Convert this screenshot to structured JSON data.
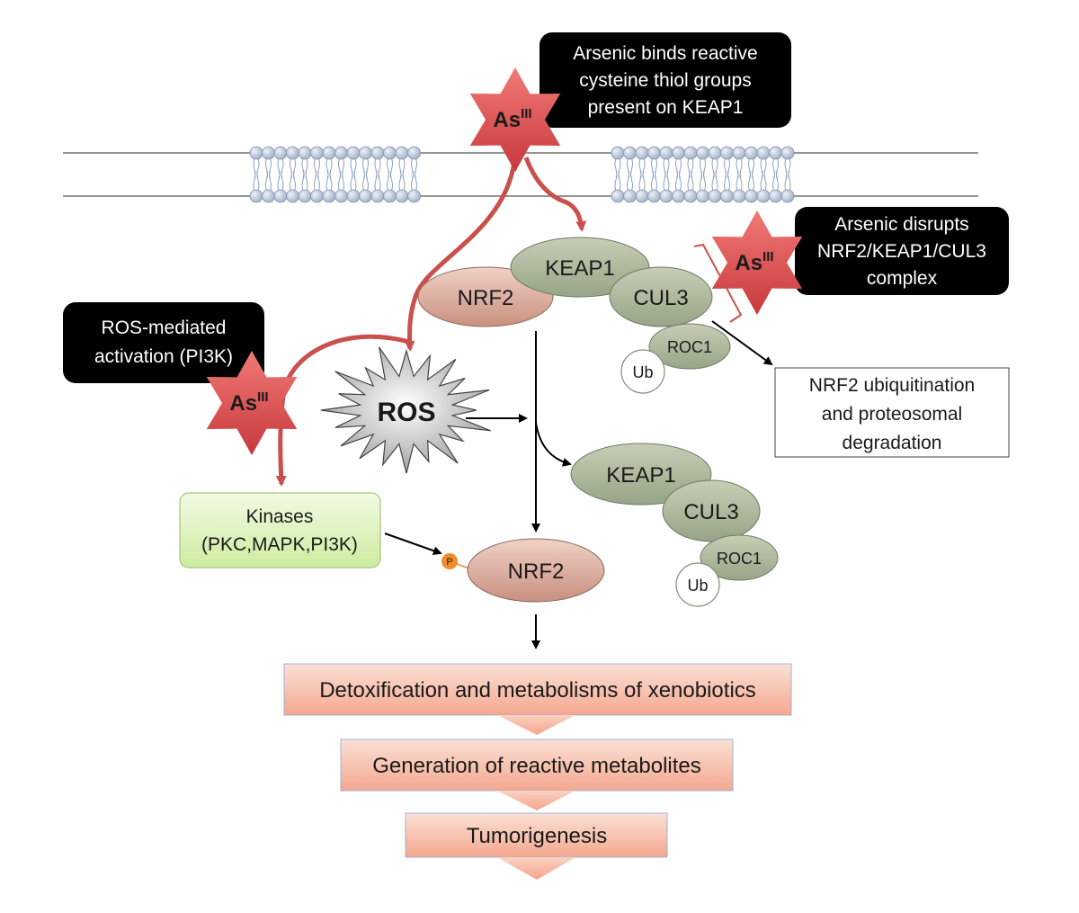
{
  "callouts": {
    "top_line1": "Arsenic binds reactive",
    "top_line2": "cysteine thiol groups",
    "top_line3": "present on KEAP1",
    "right_line1": "Arsenic disrupts",
    "right_line2": "NRF2/KEAP1/CUL3",
    "right_line3": "complex",
    "left_line1": "ROS-mediated",
    "left_line2": "activation (PI3K)"
  },
  "arsenic": {
    "base": "As",
    "sup": "III"
  },
  "complex_upper": {
    "keap1": "KEAP1",
    "nrf2": "NRF2",
    "cul3": "CUL3",
    "roc1": "ROC1",
    "ub": "Ub"
  },
  "complex_lower": {
    "keap1": "KEAP1",
    "cul3": "CUL3",
    "roc1": "ROC1",
    "ub": "Ub"
  },
  "ros": "ROS",
  "ubiquitination_box": {
    "line1": "NRF2 ubiquitination",
    "line2": "and proteosomal",
    "line3": "degradation"
  },
  "kinases": {
    "line1": "Kinases",
    "line2": "(PKC,MAPK,PI3K)"
  },
  "phospho": "P",
  "nrf2_free": "NRF2",
  "outcomes": [
    "Detoxification and metabolisms of xenobiotics",
    "Generation of reactive metabolites",
    "Tumorigenesis"
  ],
  "colors": {
    "membrane_head": "#b9c8da",
    "protein_green": "#aeb89e",
    "nrf2_pink": "#d9aea0",
    "arsenic_red": "#d9484e",
    "pathway_red": "#c9504d",
    "kinase_green": "#e6f5cc",
    "outcome_salmon": "#f6b7a4",
    "callout_black": "#000000"
  }
}
